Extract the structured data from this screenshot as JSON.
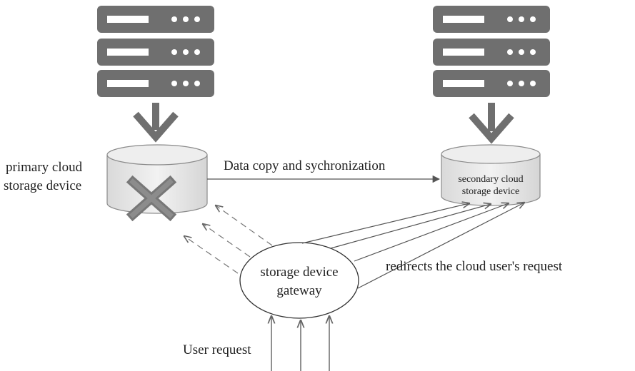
{
  "primary_device": {
    "label_line1": "primary cloud",
    "label_line2": "storage device",
    "status": "failed",
    "failure_icon": "x-mark-icon"
  },
  "secondary_device": {
    "label_line1": "secondary cloud",
    "label_line2": "storage device"
  },
  "sync_link": {
    "label": "Data copy and sychronization"
  },
  "gateway": {
    "label_line1": "storage device",
    "label_line2": "gateway"
  },
  "redirect": {
    "label": "redirects the cloud user's request"
  },
  "user_request": {
    "label": "User request"
  },
  "icons": {
    "server": "server-rack-icon",
    "down_arrow": "down-arrow-icon",
    "disk": "storage-disk-icon"
  },
  "colors": {
    "server_body": "#6f6f6f",
    "server_slot": "#ffffff",
    "arrow_fill": "#6f6f6f",
    "disk_fill": "#e6e6e6",
    "disk_stroke": "#8a8a8a",
    "x_mark": "#7a7a7a",
    "line": "#555555",
    "dashed": "#777777"
  }
}
